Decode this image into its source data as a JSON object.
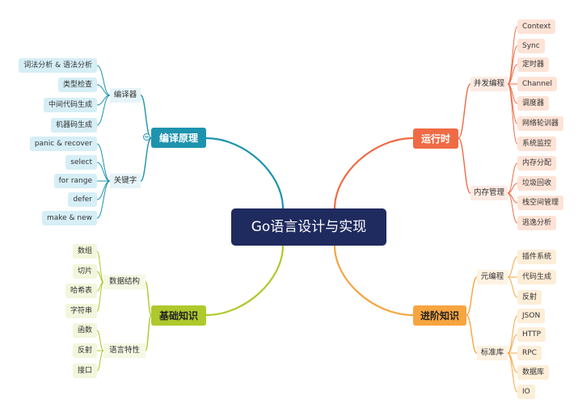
{
  "center": "Go语言设计与实现",
  "colors": {
    "center": "#1f2a5e",
    "blue": "#1e93ae",
    "orange": "#ef6b45",
    "green": "#aec92c",
    "amber": "#f7a540"
  },
  "branches": {
    "compile": {
      "label": "编译原理",
      "groups": [
        {
          "label": "编译器",
          "items": [
            "词法分析 & 语法分析",
            "类型检查",
            "中间代码生成",
            "机器码生成"
          ]
        },
        {
          "label": "关键字",
          "items": [
            "panic & recover",
            "select",
            "for range",
            "defer",
            "make & new"
          ]
        }
      ]
    },
    "runtime": {
      "label": "运行时",
      "groups": [
        {
          "label": "并发编程",
          "items": [
            "Context",
            "Sync",
            "定时器",
            "Channel",
            "调度器",
            "网络轮训器",
            "系统监控"
          ]
        },
        {
          "label": "内存管理",
          "items": [
            "内存分配",
            "垃圾回收",
            "栈空间管理",
            "逃逸分析"
          ]
        }
      ]
    },
    "basics": {
      "label": "基础知识",
      "groups": [
        {
          "label": "数据结构",
          "items": [
            "数组",
            "切片",
            "哈希表",
            "字符串"
          ]
        },
        {
          "label": "语言特性",
          "items": [
            "函数",
            "反射",
            "接口"
          ]
        }
      ]
    },
    "advanced": {
      "label": "进阶知识",
      "groups": [
        {
          "label": "元编程",
          "items": [
            "插件系统",
            "代码生成",
            "反射"
          ]
        },
        {
          "label": "标准库",
          "items": [
            "JSON",
            "HTTP",
            "RPC",
            "数据库",
            "IO"
          ]
        }
      ]
    }
  }
}
